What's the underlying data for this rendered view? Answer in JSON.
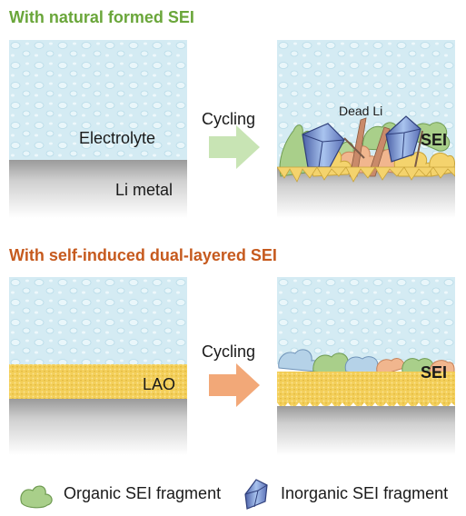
{
  "top": {
    "heading": "With natural formed SEI",
    "electrolyte": "Electrolyte",
    "metal": "Li metal",
    "step": "Cycling",
    "dead": "Dead Li",
    "sei": "SEI",
    "arrow_color": "#c6e2b0"
  },
  "bottom": {
    "heading": "With self-induced dual-layered SEI",
    "coating": "LAO",
    "step": "Cycling",
    "sei": "SEI",
    "arrow_color": "#f2a878"
  },
  "legend": {
    "organic": "Organic SEI fragment",
    "inorganic": "Inorganic SEI fragment"
  },
  "colors": {
    "heading_top": "#6aa63a",
    "heading_bottom": "#c65a1e",
    "electrolyte": "#cfe8f1",
    "metal": "#c8c8c8",
    "lao": "#f1cc55",
    "organic_green": "#a9cf8a",
    "inorganic_blue": "#7f9ad6"
  }
}
